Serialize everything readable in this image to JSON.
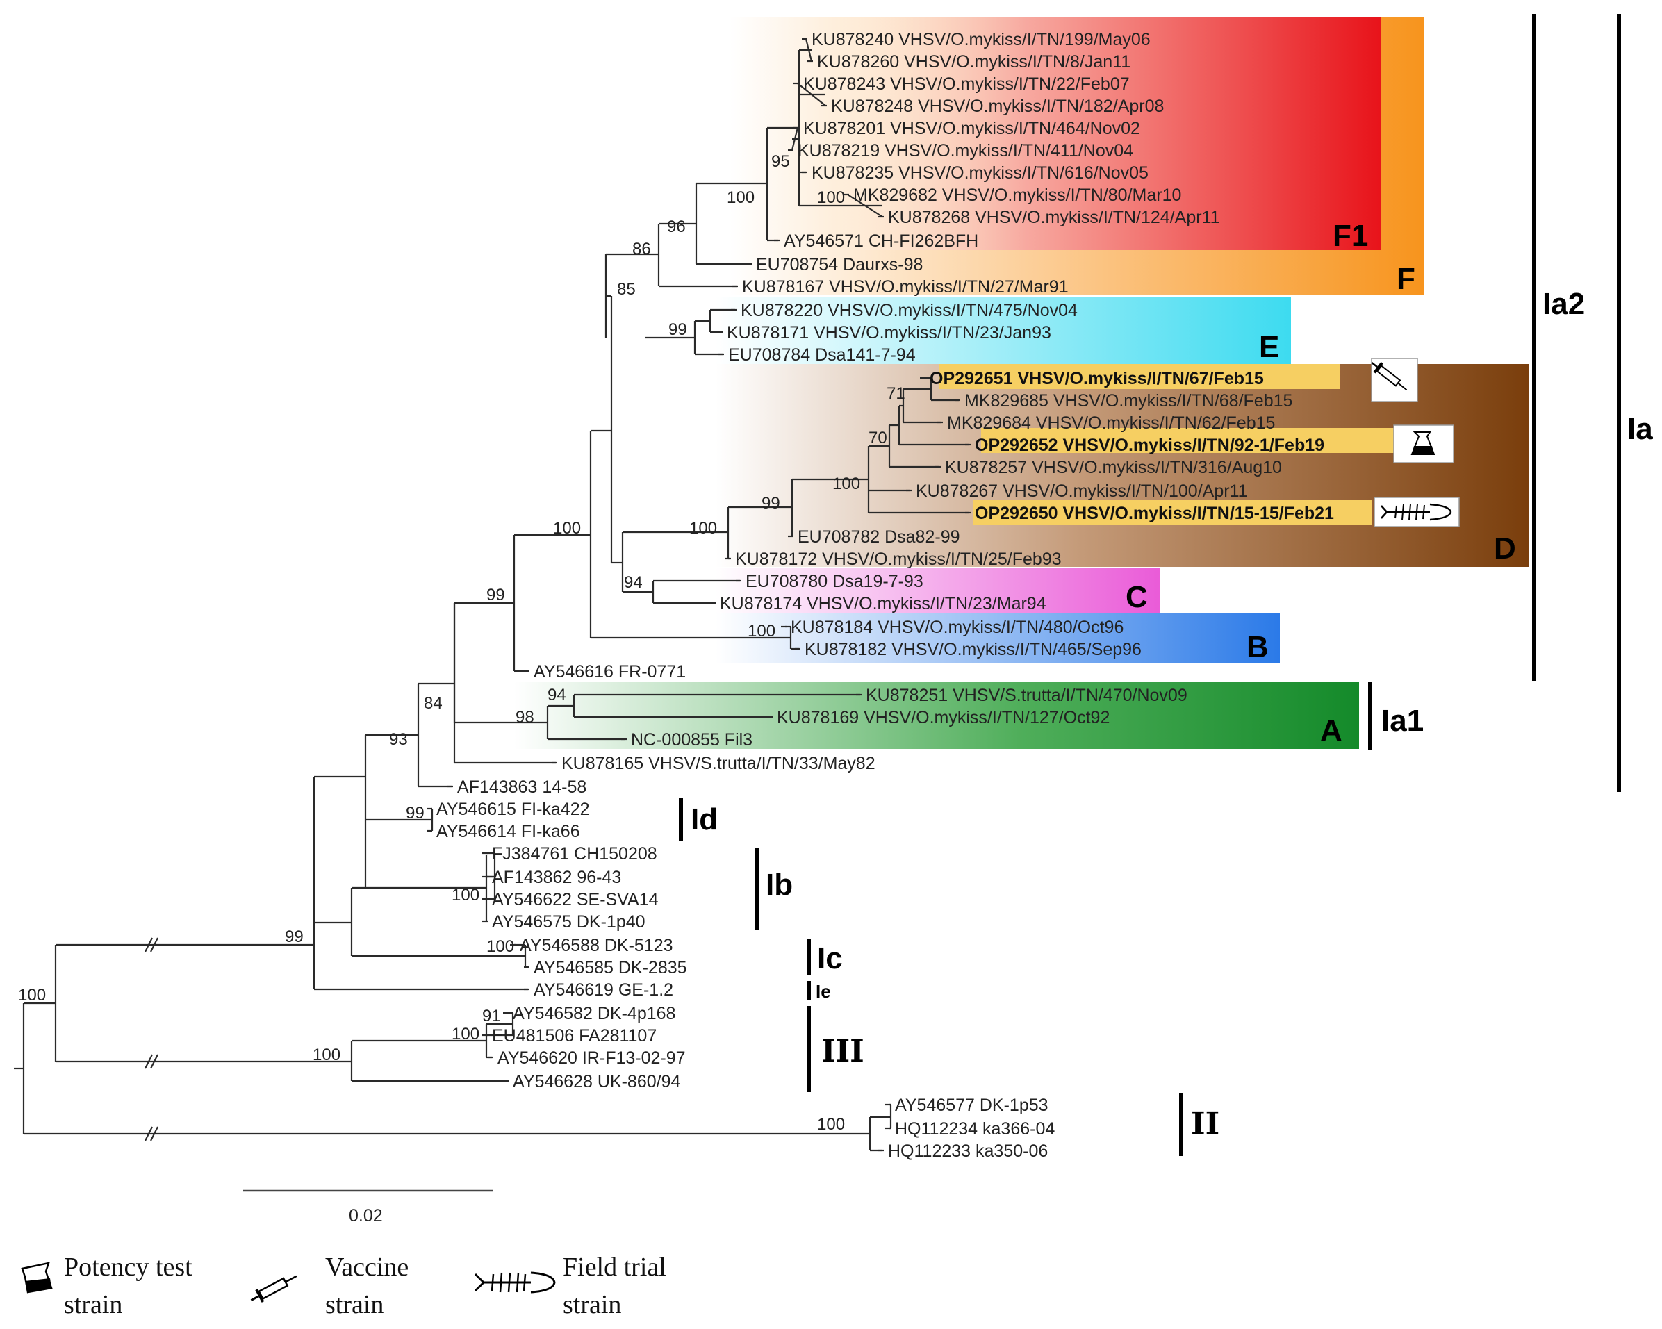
{
  "taxa": {
    "t1": "KU878240 VHSV/O.mykiss/I/TN/199/May06",
    "t2": "KU878260 VHSV/O.mykiss/I/TN/8/Jan11",
    "t3": "KU878243 VHSV/O.mykiss/I/TN/22/Feb07",
    "t4": "KU878248 VHSV/O.mykiss/I/TN/182/Apr08",
    "t5": "KU878201 VHSV/O.mykiss/I/TN/464/Nov02",
    "t6": "KU878219 VHSV/O.mykiss/I/TN/411/Nov04",
    "t7": "KU878235 VHSV/O.mykiss/I/TN/616/Nov05",
    "t8": "MK829682 VHSV/O.mykiss/I/TN/80/Mar10",
    "t9": "KU878268 VHSV/O.mykiss/I/TN/124/Apr11",
    "t10": "AY546571 CH-FI262BFH",
    "t11": "EU708754 Daurxs-98",
    "t12": "KU878167 VHSV/O.mykiss/I/TN/27/Mar91",
    "t13": "KU878220 VHSV/O.mykiss/I/TN/475/Nov04",
    "t14": "KU878171 VHSV/O.mykiss/I/TN/23/Jan93",
    "t15": "EU708784 Dsa141-7-94",
    "t16": "OP292651 VHSV/O.mykiss/I/TN/67/Feb15",
    "t17": "MK829685 VHSV/O.mykiss/I/TN/68/Feb15",
    "t18": "MK829684 VHSV/O.mykiss/I/TN/62/Feb15",
    "t19": "OP292652 VHSV/O.mykiss/I/TN/92-1/Feb19",
    "t20": "KU878257 VHSV/O.mykiss/I/TN/316/Aug10",
    "t21": "KU878267 VHSV/O.mykiss/I/TN/100/Apr11",
    "t22": "OP292650 VHSV/O.mykiss/I/TN/15-15/Feb21",
    "t23": "EU708782 Dsa82-99",
    "t24": "KU878172 VHSV/O.mykiss/I/TN/25/Feb93",
    "t25": "EU708780 Dsa19-7-93",
    "t26": "KU878174 VHSV/O.mykiss/I/TN/23/Mar94",
    "t27": "KU878184 VHSV/O.mykiss/I/TN/480/Oct96",
    "t28": "KU878182 VHSV/O.mykiss/I/TN/465/Sep96",
    "t29": "AY546616 FR-0771",
    "t30": "KU878251 VHSV/S.trutta/I/TN/470/Nov09",
    "t31": "KU878169 VHSV/O.mykiss/I/TN/127/Oct92",
    "t32": "NC-000855 Fil3",
    "t33": "KU878165 VHSV/S.trutta/I/TN/33/May82",
    "t34": "AF143863 14-58",
    "t35": "AY546615 FI-ka422",
    "t36": "AY546614 FI-ka66",
    "t37": "FJ384761 CH150208",
    "t38": "AF143862 96-43",
    "t39": "AY546622 SE-SVA14",
    "t40": "AY546575 DK-1p40",
    "t41": "AY546588 DK-5123",
    "t42": "AY546585 DK-2835",
    "t43": "AY546619 GE-1.2",
    "t44": "AY546582 DK-4p168",
    "t45": "EU481506 FA281107",
    "t46": "AY546620 IR-F13-02-97",
    "t47": "AY546628 UK-860/94",
    "t48": "AY546577 DK-1p53",
    "t49": "HQ112234 ka366-04",
    "t50": "HQ112233 ka350-06"
  },
  "bootstrap": {
    "b_95": "95",
    "b_100a": "100",
    "b_100b": "100",
    "b_96": "96",
    "b_86": "86",
    "b_85": "85",
    "b_99a": "99",
    "b_71": "71",
    "b_70": "70",
    "b_100c": "100",
    "b_99b": "99",
    "b_100d": "100",
    "b_100e": "100",
    "b_94a": "94",
    "b_100f": "100",
    "b_99c": "99",
    "b_94b": "94",
    "b_98": "98",
    "b_84": "84",
    "b_93": "93",
    "b_99d": "99",
    "b_100g": "100",
    "b_99e": "99",
    "b_100h": "100",
    "b_100i": "100",
    "b_91": "91",
    "b_100j": "100",
    "b_100k": "100",
    "b_100l": "100"
  },
  "clades": {
    "F1": "F1",
    "F": "F",
    "E": "E",
    "D": "D",
    "C": "C",
    "B": "B",
    "A": "A"
  },
  "groups": {
    "Ia2": "Ia2",
    "Ia": "Ia",
    "Ia1": "Ia1",
    "Id": "Id",
    "Ib": "Ib",
    "Ic": "Ic",
    "Ie": "Ie",
    "III": "III",
    "II": "II"
  },
  "scale": {
    "label": "0.02"
  },
  "legend": {
    "potency_line1": "Potency test",
    "potency_line2": "strain",
    "vaccine_line1": "Vaccine",
    "vaccine_line2": "strain",
    "field_line1": "Field trial",
    "field_line2": "strain"
  },
  "colors": {
    "F1": "#e8131a",
    "F": "#f7941d",
    "E": "#3ddbf0",
    "D": "#7a3e0c",
    "C": "#ea5bd8",
    "B": "#2b7ae8",
    "A": "#148a2a",
    "highlight": "#f6cf62"
  }
}
